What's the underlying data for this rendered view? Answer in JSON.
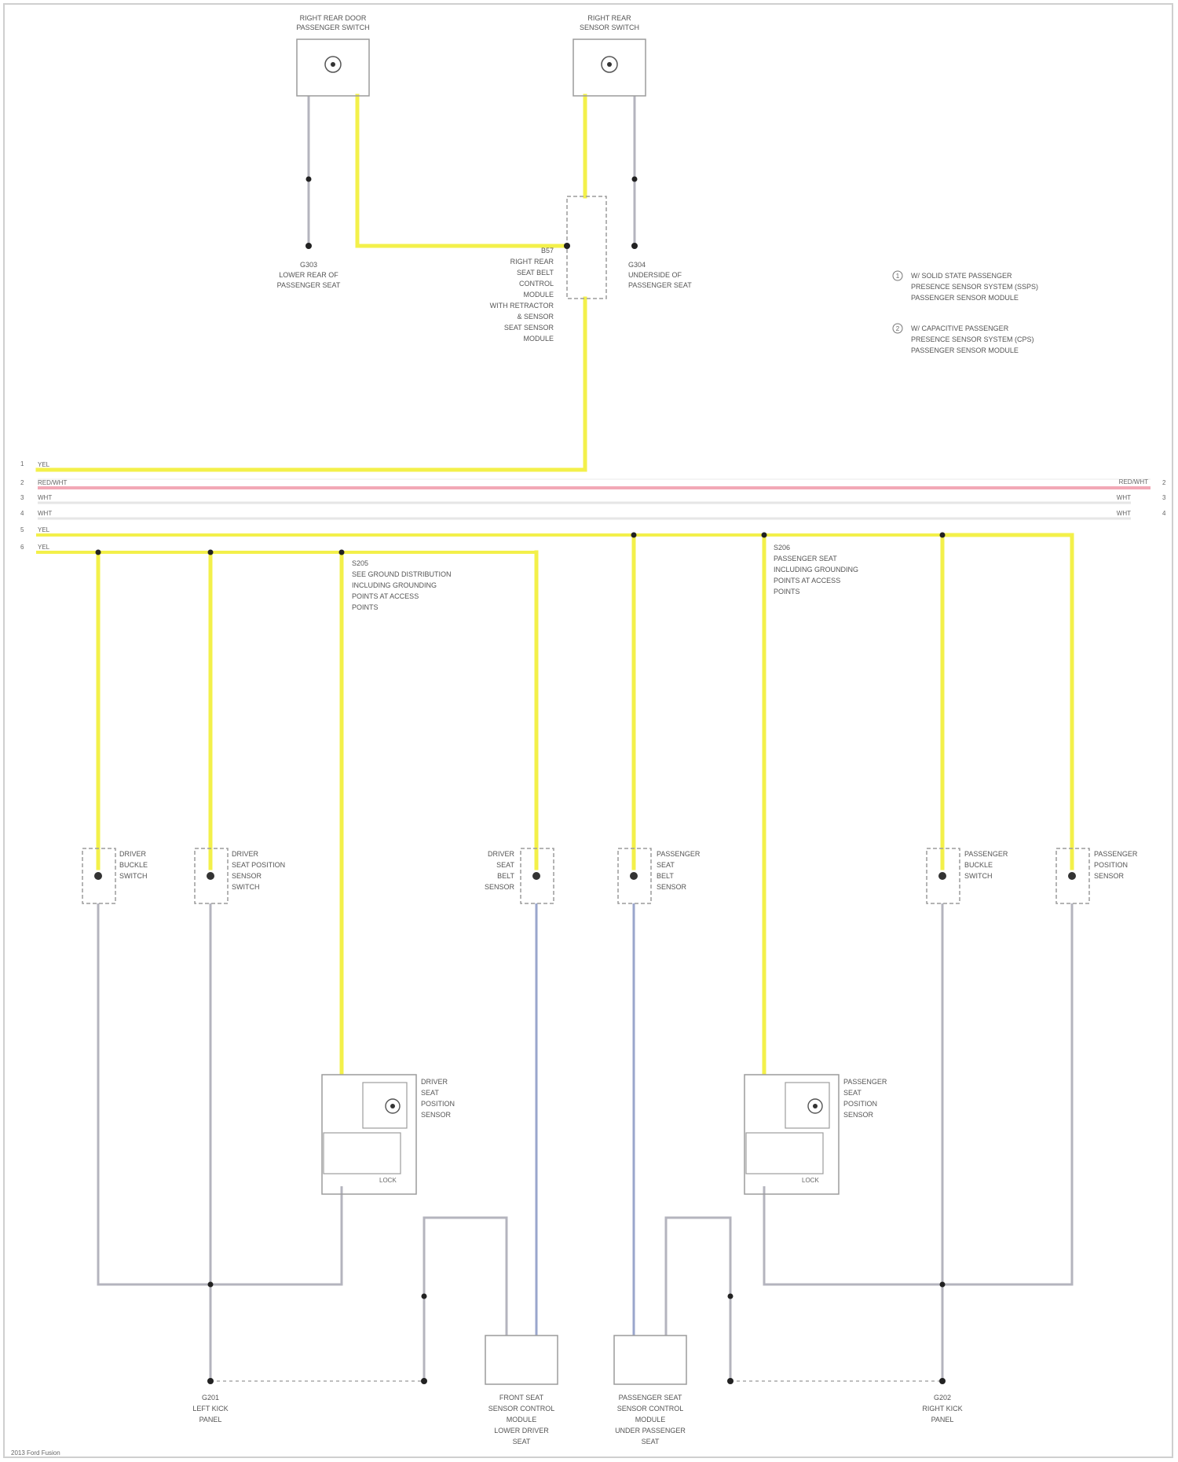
{
  "colors": {
    "yellow_wire": "#f3f04a",
    "red_wire": "#f2a8b6",
    "gray_wire": "#b4b4be",
    "blue_wire": "#9aa6cc",
    "ground": "#222222",
    "component": "#9c9c9c"
  },
  "top_components": [
    {
      "id": "s-left",
      "lines": [
        "RIGHT REAR DOOR",
        "PASSENGER SWITCH"
      ]
    },
    {
      "id": "s-right",
      "lines": [
        "RIGHT REAR",
        "SENSOR SWITCH"
      ]
    }
  ],
  "grounds_top": [
    {
      "id": "g1",
      "lines": [
        "G303",
        "LOWER REAR OF",
        "PASSENGER SEAT"
      ]
    },
    {
      "id": "g2",
      "lines": [
        "G304",
        "UNDERSIDE OF",
        "PASSENGER SEAT"
      ]
    }
  ],
  "top_module_lines": [
    "B57",
    "RIGHT REAR",
    "SEAT BELT",
    "CONTROL",
    "MODULE",
    "WITH RETRACTOR",
    "& SENSOR",
    "SEAT SENSOR",
    "MODULE"
  ],
  "notes": [
    {
      "icon": "1",
      "lines": [
        "W/ SOLID STATE PASSENGER",
        "PRESENCE SENSOR SYSTEM (SSPS)",
        "PASSENGER SENSOR MODULE"
      ]
    },
    {
      "icon": "2",
      "lines": [
        "W/ CAPACITIVE PASSENGER",
        "PRESENCE SENSOR SYSTEM (CPS)",
        "PASSENGER SENSOR MODULE"
      ]
    }
  ],
  "bus": {
    "left_labels": [
      "YEL",
      "RED/WHT",
      "WHT",
      "WHT",
      "YEL",
      "YEL"
    ],
    "right_labels": [
      "RED/WHT",
      "WHT",
      "WHT"
    ],
    "pin_numbers": [
      "1",
      "2",
      "3",
      "4",
      "5",
      "6"
    ],
    "pin_numbers_right": [
      "2",
      "3",
      "4"
    ]
  },
  "splices": [
    {
      "id": "sp1",
      "lines": [
        "S205",
        "SEE GROUND DISTRIBUTION",
        "INCLUDING GROUNDING",
        "POINTS AT ACCESS",
        "POINTS"
      ]
    },
    {
      "id": "sp2",
      "lines": [
        "S206",
        "PASSENGER SEAT",
        "INCLUDING GROUNDING",
        "POINTS AT ACCESS",
        "POINTS"
      ]
    }
  ],
  "middle_components": [
    {
      "id": "m1",
      "lines": [
        "DRIVER",
        "BUCKLE",
        "SWITCH"
      ]
    },
    {
      "id": "m2",
      "lines": [
        "DRIVER",
        "SEAT POSITION",
        "SENSOR",
        "SWITCH"
      ]
    },
    {
      "id": "m3",
      "lines": [
        "DRIVER",
        "SEAT",
        "BELT",
        "SENSOR"
      ]
    },
    {
      "id": "m4",
      "lines": [
        "PASSENGER",
        "SEAT",
        "BELT",
        "SENSOR"
      ]
    },
    {
      "id": "m5",
      "lines": [
        "PASSENGER",
        "BUCKLE",
        "SWITCH"
      ]
    },
    {
      "id": "m6",
      "lines": [
        "PASSENGER",
        "POSITION",
        "SENSOR"
      ]
    }
  ],
  "lower_components": [
    {
      "id": "l1",
      "lines": [
        "DRIVER",
        "SEAT",
        "POSITION",
        "SENSOR"
      ],
      "code": "LOCK"
    },
    {
      "id": "l2",
      "lines": [
        "PASSENGER",
        "SEAT",
        "POSITION",
        "SENSOR"
      ],
      "code": "LOCK"
    }
  ],
  "bottom_modules": [
    {
      "id": "b1",
      "lines": [
        "FRONT SEAT",
        "SENSOR CONTROL",
        "MODULE",
        "LOWER DRIVER",
        "SEAT"
      ]
    },
    {
      "id": "b2",
      "lines": [
        "PASSENGER SEAT",
        "SENSOR CONTROL",
        "MODULE",
        "UNDER PASSENGER",
        "SEAT"
      ]
    }
  ],
  "grounds_bottom": [
    {
      "id": "gb1",
      "lines": [
        "G201",
        "LEFT KICK",
        "PANEL"
      ]
    },
    {
      "id": "gb2",
      "lines": [
        "G202",
        "RIGHT KICK",
        "PANEL"
      ]
    }
  ],
  "footer": "2013 Ford Fusion"
}
